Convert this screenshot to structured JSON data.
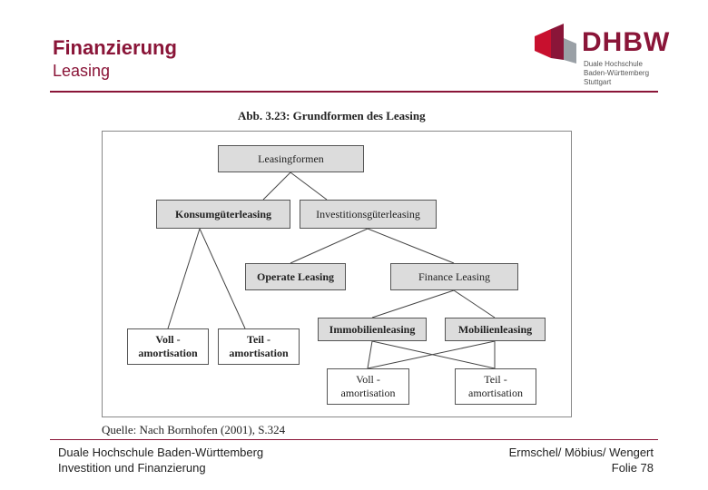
{
  "header": {
    "title": "Finanzierung",
    "subtitle": "Leasing",
    "accent_color": "#8a1538"
  },
  "logo": {
    "wordmark": "DHBW",
    "line1": "Duale Hochschule",
    "line2": "Baden-Württemberg",
    "line3": "Stuttgart"
  },
  "figure": {
    "caption": "Abb. 3.23: Grundformen des Leasing",
    "source": "Quelle: Nach Bornhofen (2001), S.324",
    "nodes": {
      "root": "Leasingformen",
      "konsum": "Konsumgüterleasing",
      "invest": "Investitionsgüterleasing",
      "operate": "Operate Leasing",
      "finance": "Finance Leasing",
      "immobilien": "Immobilienleasing",
      "mobilien": "Mobilienleasing",
      "voll_line1": "Voll -",
      "voll_line2": "amortisation",
      "teil_line1": "Teil -",
      "teil_line2": "amortisation"
    }
  },
  "footer": {
    "left_line1": "Duale Hochschule Baden-Württemberg",
    "left_line2": "Investition und Finanzierung",
    "right_line1": "Ermschel/ Möbius/ Wengert",
    "right_line2": "Folie 78"
  }
}
